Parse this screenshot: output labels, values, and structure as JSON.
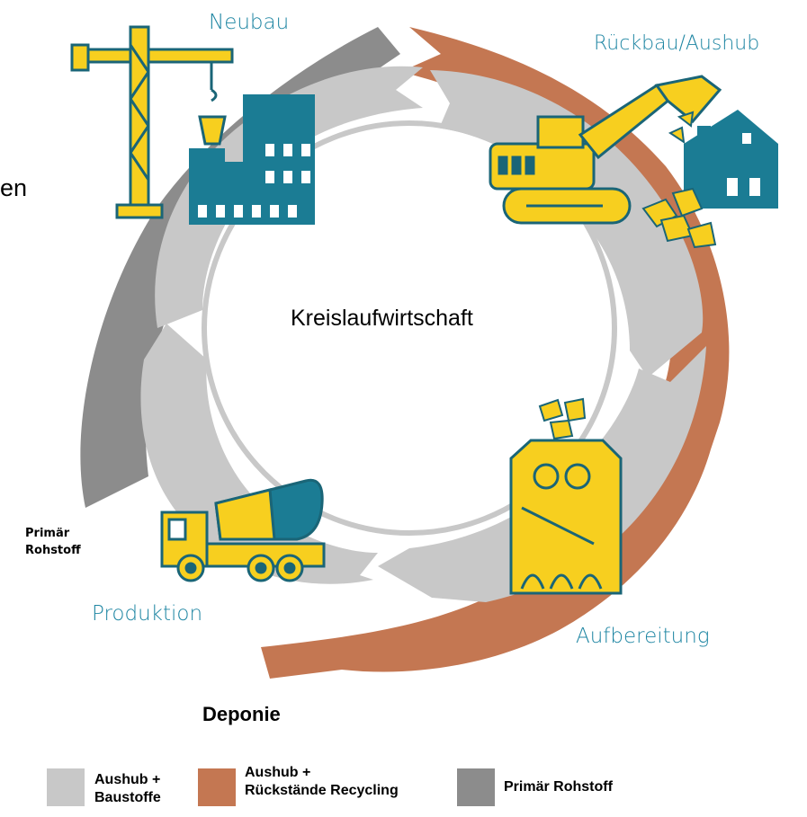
{
  "colors": {
    "gray_light": "#c8c8c8",
    "gray_dark": "#8c8c8c",
    "copper": "#c47752",
    "teal": "#1b7c94",
    "yellow": "#f7cf1f",
    "dark_outline": "#1a6577",
    "stage_label": "#1f86a3"
  },
  "diagram": {
    "center_label": "Kreislaufwirtschaft",
    "left_fragment": "en",
    "stages": {
      "neubau": "Neubau",
      "rueckbau": "Rückbau/Aushub",
      "aufbereitung": "Aufbereitung",
      "produktion": "Produktion"
    },
    "inputs": {
      "primaer_line1": "Primär",
      "primaer_line2": "Rohstoff"
    },
    "outputs": {
      "deponie": "Deponie"
    }
  },
  "legend": [
    {
      "line1": "Aushub +",
      "line2": "Baustoffe",
      "color": "#c8c8c8"
    },
    {
      "line1": "Aushub +",
      "line2": "Rückstände Recycling",
      "color": "#c47752"
    },
    {
      "line1": "Primär Rohstoff",
      "line2": "",
      "color": "#8c8c8c"
    }
  ]
}
